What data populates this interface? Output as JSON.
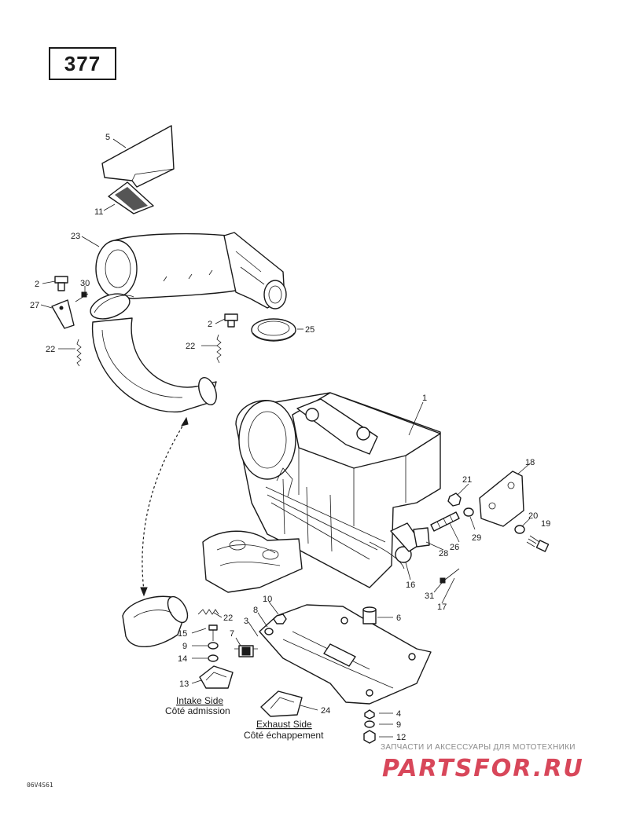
{
  "page_number": "377",
  "figure_code": "06V4S61",
  "callouts": [
    {
      "id": "5",
      "label": "5"
    },
    {
      "id": "11",
      "label": "11"
    },
    {
      "id": "23",
      "label": "23"
    },
    {
      "id": "2a",
      "label": "2"
    },
    {
      "id": "30",
      "label": "30"
    },
    {
      "id": "27",
      "label": "27"
    },
    {
      "id": "22a",
      "label": "22"
    },
    {
      "id": "2b",
      "label": "2"
    },
    {
      "id": "22b",
      "label": "22"
    },
    {
      "id": "25",
      "label": "25"
    },
    {
      "id": "1",
      "label": "1"
    },
    {
      "id": "18",
      "label": "18"
    },
    {
      "id": "21",
      "label": "21"
    },
    {
      "id": "29",
      "label": "29"
    },
    {
      "id": "20",
      "label": "20"
    },
    {
      "id": "19",
      "label": "19"
    },
    {
      "id": "26",
      "label": "26"
    },
    {
      "id": "28",
      "label": "28"
    },
    {
      "id": "16",
      "label": "16"
    },
    {
      "id": "31",
      "label": "31"
    },
    {
      "id": "17",
      "label": "17"
    },
    {
      "id": "6",
      "label": "6"
    },
    {
      "id": "10",
      "label": "10"
    },
    {
      "id": "8",
      "label": "8"
    },
    {
      "id": "3",
      "label": "3"
    },
    {
      "id": "22c",
      "label": "22"
    },
    {
      "id": "15",
      "label": "15"
    },
    {
      "id": "7",
      "label": "7"
    },
    {
      "id": "9a",
      "label": "9"
    },
    {
      "id": "14",
      "label": "14"
    },
    {
      "id": "13",
      "label": "13"
    },
    {
      "id": "24",
      "label": "24"
    },
    {
      "id": "4",
      "label": "4"
    },
    {
      "id": "9b",
      "label": "9"
    },
    {
      "id": "12",
      "label": "12"
    }
  ],
  "labels": {
    "intake_en": "Intake Side",
    "intake_fr": "Côté admission",
    "exhaust_en": "Exhaust Side",
    "exhaust_fr": "Côté échappement"
  },
  "watermark": {
    "caption": "ЗАПЧАСТИ И АКСЕССУАРЫ ДЛЯ МОТОТЕХНИКИ",
    "logo_text": "PARTSFOR.RU",
    "color": "#d8475a"
  }
}
